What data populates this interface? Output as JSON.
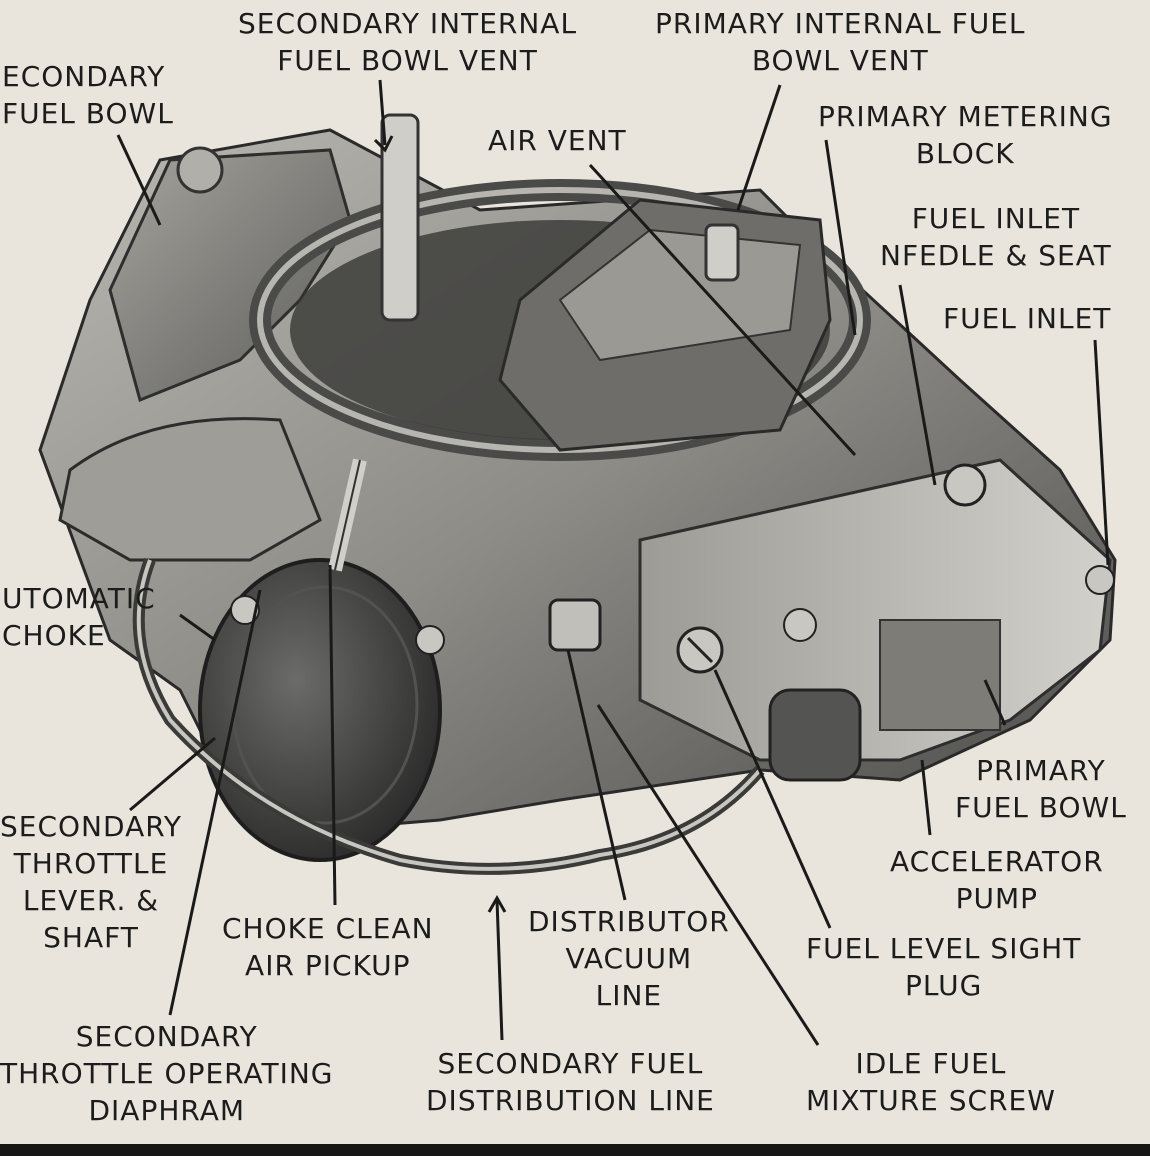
{
  "labels": {
    "secondary_internal_vent": [
      "SECONDARY INTERNAL",
      "FUEL BOWL VENT"
    ],
    "primary_internal_vent": [
      "PRIMARY INTERNAL FUEL",
      "BOWL VENT"
    ],
    "secondary_fuel_bowl": [
      "ECONDARY",
      "FUEL BOWL"
    ],
    "air_vent": [
      "AIR VENT"
    ],
    "primary_metering_block": [
      "PRIMARY METERING",
      "BLOCK"
    ],
    "fuel_inlet_needle": [
      "FUEL INLET",
      "NFEDLE & SEAT"
    ],
    "fuel_inlet": [
      "FUEL INLET"
    ],
    "automatic_choke": [
      "UTOMATIC",
      "CHOKE"
    ],
    "primary_fuel_bowl": [
      "PRIMARY",
      "FUEL BOWL"
    ],
    "accelerator_pump": [
      "ACCELERATOR",
      "PUMP"
    ],
    "secondary_throttle_lever": [
      "SECONDARY",
      "THROTTLE",
      "LEVER. &",
      "SHAFT"
    ],
    "choke_clean_air": [
      "CHOKE CLEAN",
      "AIR PICKUP"
    ],
    "distributor_vacuum": [
      "DISTRIBUTOR",
      "VACUUM",
      "LINE"
    ],
    "fuel_level_sight": [
      "FUEL LEVEL SIGHT",
      "PLUG"
    ],
    "secondary_throttle_diaphram": [
      "SECONDARY",
      "THROTTLE OPERATING",
      "DIAPHRAM"
    ],
    "secondary_fuel_distribution": [
      "SECONDARY FUEL",
      "DISTRIBUTION LINE"
    ],
    "idle_fuel_mixture": [
      "IDLE FUEL",
      "MIXTURE SCREW"
    ]
  },
  "colors": {
    "background": "#e9e5dc",
    "ink": "#1c1c1c",
    "metal_dark": "#3b3b3b",
    "metal_mid": "#8a8a86",
    "metal_light": "#c9c8c2"
  }
}
